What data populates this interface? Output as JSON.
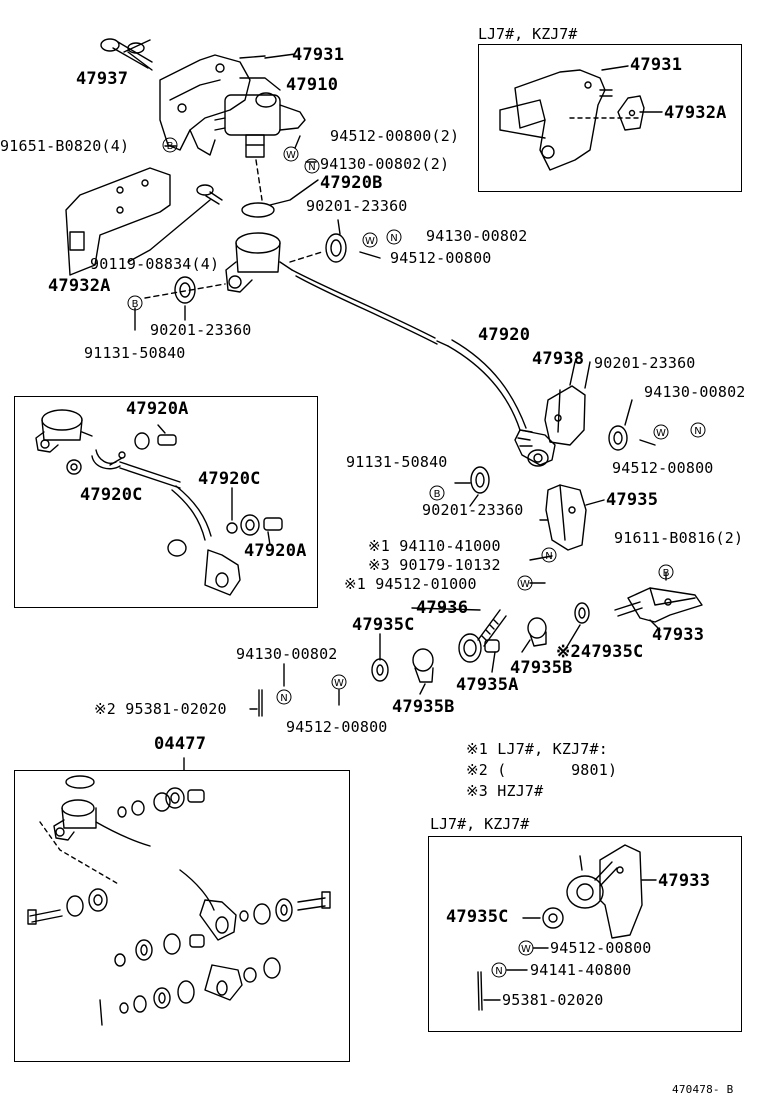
{
  "boxes": {
    "top_right_header": "LJ7#, KZJ7#",
    "bottom_right_header": "LJ7#, KZJ7#"
  },
  "labels": {
    "p47931_a": "47931",
    "p47937": "47937",
    "p47910": "47910",
    "p91651": "91651-B0820(4)",
    "p94512_a": "94512-00800(2)",
    "p94130_a": "94130-00802(2)",
    "p47920B": "47920B",
    "p90201_a": "90201-23360",
    "p94130_b": "94130-00802",
    "p94512_b": "94512-00800",
    "p90119": "90119-08834(4)",
    "p47932A_a": "47932A",
    "p90201_b": "90201-23360",
    "p91131_a": "91131-50840",
    "p47920": "47920",
    "p47931_b": "47931",
    "p47932A_b": "47932A",
    "p47938": "47938",
    "p90201_c": "90201-23360",
    "p94130_c": "94130-00802",
    "p94512_c": "94512-00800",
    "p47920A_a": "47920A",
    "p47920C_a": "47920C",
    "p47920C_b": "47920C",
    "p47920A_b": "47920A",
    "p91131_b": "91131-50840",
    "p90201_d": "90201-23360",
    "p47935": "47935",
    "p94110": "※1 94110-41000",
    "p90179": "※3 90179-10132",
    "p94512_d": "※1 94512-01000",
    "p91611": "91611-B0816(2)",
    "p47936": "47936",
    "p47935C_a": "47935C",
    "p47933_a": "47933",
    "p94130_d": "94130-00802",
    "p47935C_b": "※247935C",
    "p47935B_a": "47935B",
    "p47935A": "47935A",
    "p95381_a": "※2 95381-02020",
    "p94512_e": "94512-00800",
    "p47935B_b": "47935B",
    "p04477": "04477",
    "p47933_b": "47933",
    "p47935C_c": "47935C",
    "p94512_f": "94512-00800",
    "p94141": "94141-40800",
    "p95381_b": "95381-02020",
    "circ_W": "W",
    "circ_N": "N",
    "circ_B": "B"
  },
  "notes": [
    "※1 LJ7#, KZJ7#:",
    "※2 (       9801)",
    "※3 HZJ7#"
  ],
  "diagram_code": "470478- B"
}
